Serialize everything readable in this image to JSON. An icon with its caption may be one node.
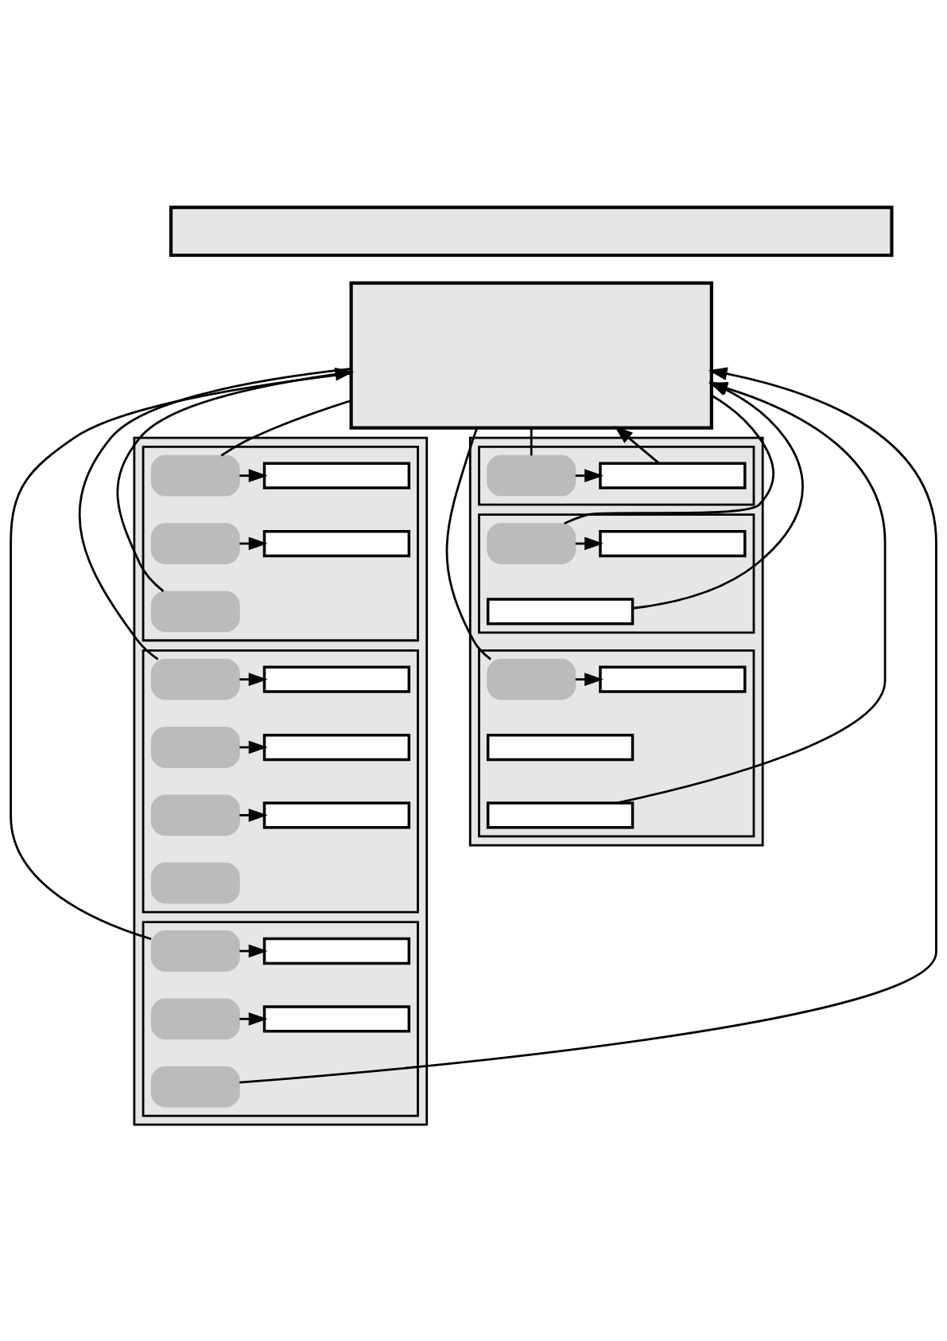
{
  "diagram": {
    "nodes": [
      {
        "text": [],
        "shape": "band"
      },
      {
        "text": [],
        "shape": "box"
      },
      {
        "text": [],
        "shape": "box"
      },
      {
        "text": [],
        "shape": "box",
        "in": 2
      },
      {
        "text": [],
        "shape": "box",
        "in": 2
      },
      {
        "text": [],
        "shape": "box",
        "in": 2
      },
      {
        "text": [],
        "shape": "keyboard",
        "in": 3
      },
      {
        "text": [],
        "shape": "bar",
        "in": 3
      },
      {
        "text": [],
        "shape": "keyboard",
        "in": 3
      },
      {
        "text": [],
        "shape": "bar",
        "in": 3
      },
      {
        "text": [],
        "shape": "keyboard",
        "in": 3
      },
      {
        "text": [],
        "shape": "keyboard",
        "in": 4
      },
      {
        "text": [],
        "shape": "bar",
        "in": 4
      },
      {
        "text": [],
        "shape": "keyboard",
        "in": 4
      },
      {
        "text": [],
        "shape": "bar",
        "in": 4
      },
      {
        "text": [],
        "shape": "keyboard",
        "in": 4
      },
      {
        "text": [],
        "shape": "bar",
        "in": 4
      },
      {
        "text": [],
        "shape": "keyboard",
        "in": 4
      },
      {
        "text": [],
        "shape": "keyboard",
        "in": 5
      },
      {
        "text": [],
        "shape": "bar",
        "in": 5
      },
      {
        "text": [],
        "shape": "keyboard",
        "in": 5
      },
      {
        "text": [],
        "shape": "bar",
        "in": 5
      },
      {
        "text": [],
        "shape": "keyboard",
        "in": 5
      },
      {
        "text": [],
        "shape": "box"
      },
      {
        "text": [],
        "shape": "box",
        "in": 23
      },
      {
        "text": [],
        "shape": "box",
        "in": 23
      },
      {
        "text": [],
        "shape": "box",
        "in": 23
      },
      {
        "text": [],
        "shape": "keyboard",
        "in": 24
      },
      {
        "text": [],
        "shape": "bar",
        "in": 24
      },
      {
        "text": [],
        "shape": "keyboard",
        "in": 25
      },
      {
        "text": [],
        "shape": "bar",
        "in": 25
      },
      {
        "text": [],
        "shape": "bar",
        "in": 25
      },
      {
        "text": [],
        "shape": "keyboard",
        "in": 26
      },
      {
        "text": [],
        "shape": "bar",
        "in": 26
      },
      {
        "text": [],
        "shape": "bar",
        "in": 26
      },
      {
        "text": [],
        "shape": "bar",
        "in": 26
      }
    ],
    "edges": [
      {
        "from": 1,
        "to": 6,
        "arrow": "none"
      },
      {
        "from": 1,
        "to": 11,
        "arrow": "none"
      },
      {
        "from": 1,
        "to": 18,
        "arrow": "none"
      },
      {
        "from": 10,
        "to": 1,
        "arrow": "to"
      },
      {
        "from": 22,
        "to": 1,
        "arrow": "to"
      },
      {
        "from": 1,
        "to": 27,
        "arrow": "none"
      },
      {
        "from": 1,
        "to": 29,
        "arrow": "none"
      },
      {
        "from": 1,
        "to": 32,
        "arrow": "none"
      },
      {
        "from": 28,
        "to": 1,
        "arrow": "to"
      },
      {
        "from": 31,
        "to": 1,
        "arrow": "to"
      },
      {
        "from": 35,
        "to": 1,
        "arrow": "to"
      },
      {
        "from": 6,
        "to": 7,
        "arrow": "to"
      },
      {
        "from": 8,
        "to": 9,
        "arrow": "to"
      },
      {
        "from": 11,
        "to": 12,
        "arrow": "to"
      },
      {
        "from": 13,
        "to": 14,
        "arrow": "to"
      },
      {
        "from": 15,
        "to": 16,
        "arrow": "to"
      },
      {
        "from": 18,
        "to": 19,
        "arrow": "to"
      },
      {
        "from": 20,
        "to": 21,
        "arrow": "to"
      },
      {
        "from": 27,
        "to": 28,
        "arrow": "to"
      },
      {
        "from": 29,
        "to": 30,
        "arrow": "to"
      },
      {
        "from": 32,
        "to": 33,
        "arrow": "to"
      }
    ]
  }
}
